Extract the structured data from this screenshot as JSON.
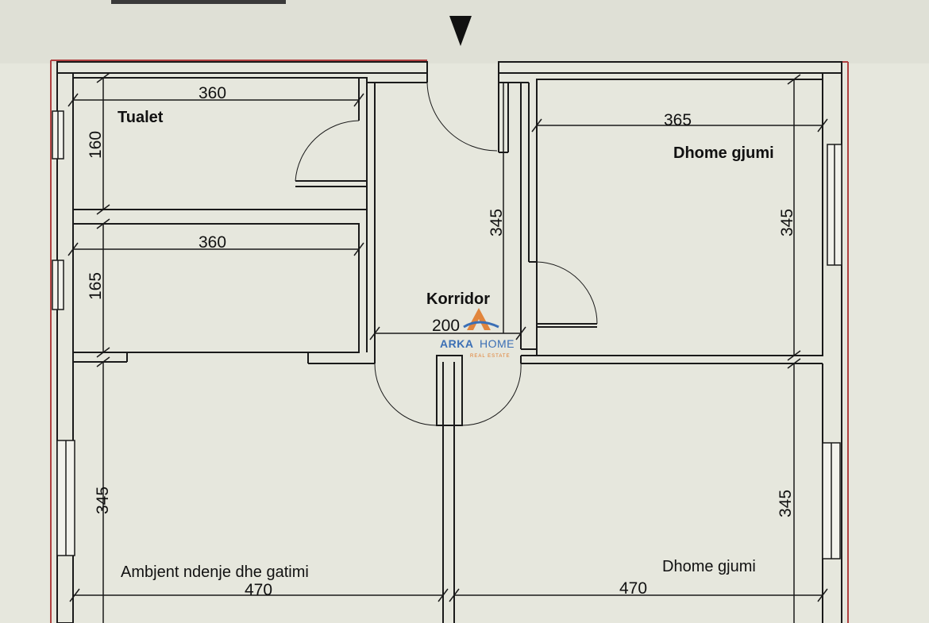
{
  "rooms": {
    "tualet": "Tualet",
    "bedroom_top": "Dhome gjumi",
    "korridor": "Korridor",
    "living": "Ambjent ndenje dhe gatimi",
    "bedroom_bottom": "Dhome gjumi"
  },
  "dimensions": {
    "tualet_width": "360",
    "tualet_height": "160",
    "room2_width": "360",
    "room2_height": "165",
    "korridor_height": "345",
    "korridor_width": "200",
    "bedroom_top_width": "365",
    "bedroom_top_height": "345",
    "living_height": "345",
    "living_width": "470",
    "bedroom_bottom_width": "470",
    "bedroom_bottom_height": "345"
  },
  "logo": {
    "brand_a": "ARKA",
    "brand_b": "HOME",
    "sub": "REAL ESTATE"
  },
  "colors": {
    "wall": "#1a1a1a",
    "boundary": "#b04040",
    "logo_blue": "#3b6fb5",
    "logo_orange": "#e07a2a"
  },
  "icons": {
    "entrance": "entrance-arrow-icon"
  }
}
